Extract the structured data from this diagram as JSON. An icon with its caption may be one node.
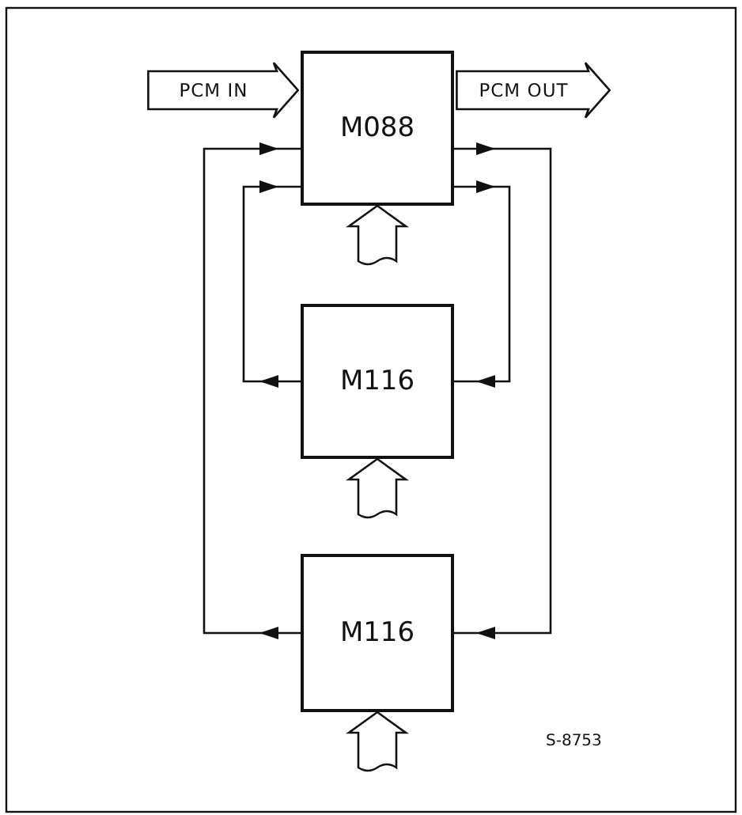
{
  "diagram": {
    "nodes": [
      {
        "text": [
          "PCM IN"
        ]
      },
      {
        "text": [
          "M088"
        ]
      },
      {
        "text": [
          "PCM OUT"
        ]
      },
      {
        "text": [
          "M116"
        ]
      },
      {
        "text": [
          "M116"
        ]
      }
    ],
    "edges": [
      {
        "from": 4,
        "to": 1,
        "arrow": "to"
      },
      {
        "from": 3,
        "to": 1,
        "arrow": "to"
      },
      {
        "from": 1,
        "to": 4,
        "arrow": "to"
      },
      {
        "from": 1,
        "to": 3,
        "arrow": "to"
      },
      {
        "from": null,
        "to": 1,
        "arrow": "to",
        "style": "thick"
      },
      {
        "from": null,
        "to": 3,
        "arrow": "to",
        "style": "thick"
      },
      {
        "from": null,
        "to": 4,
        "arrow": "to",
        "style": "thick"
      }
    ],
    "labels": [
      "S-8753"
    ]
  }
}
